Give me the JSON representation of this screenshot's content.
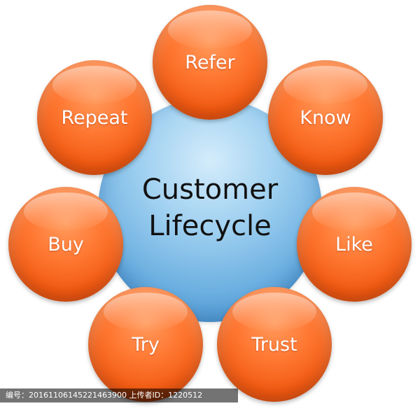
{
  "center": {
    "line1": "Customer",
    "line2": "Lifecycle"
  },
  "stages": [
    {
      "label": "Refer"
    },
    {
      "label": "Know"
    },
    {
      "label": "Like"
    },
    {
      "label": "Trust"
    },
    {
      "label": "Try"
    },
    {
      "label": "Buy"
    },
    {
      "label": "Repeat"
    }
  ],
  "footer": {
    "text": "编号：20161106145221463900 上传者ID：1220512"
  },
  "colors": {
    "node": "#f2621b",
    "center": "#6aafe0",
    "text_dark": "#111111",
    "text_light": "#ffffff"
  }
}
